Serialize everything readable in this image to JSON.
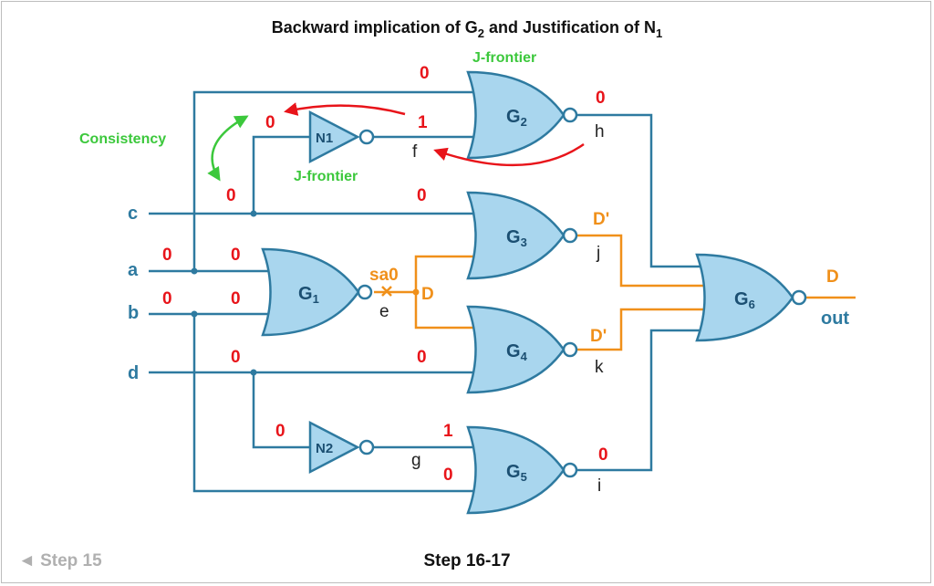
{
  "title": {
    "main": "Backward implication of G",
    "sub1": "2",
    "mid": " and Justification of N",
    "sub2": "1"
  },
  "nav": {
    "prev": "◄ Step 15",
    "current": "Step 16-17"
  },
  "inputs": {
    "c": "c",
    "a": "a",
    "b": "b",
    "d": "d"
  },
  "output": {
    "label": "out",
    "value": "D"
  },
  "gates": {
    "G1": {
      "name": "G",
      "sub": "1"
    },
    "G2": {
      "name": "G",
      "sub": "2"
    },
    "G3": {
      "name": "G",
      "sub": "3"
    },
    "G4": {
      "name": "G",
      "sub": "4"
    },
    "G5": {
      "name": "G",
      "sub": "5"
    },
    "G6": {
      "name": "G",
      "sub": "6"
    },
    "N1": "N1",
    "N2": "N2"
  },
  "nets": {
    "e": "e",
    "f": "f",
    "g": "g",
    "h": "h",
    "i": "i",
    "j": "j",
    "k": "k"
  },
  "values": {
    "g2_top_in": "0",
    "g2_f_in": "1",
    "n1_in": "0",
    "g2_out": "0",
    "c_branch": "0",
    "g3_c_in": "0",
    "a_in": "0",
    "g1_a_in": "0",
    "b_in": "0",
    "g1_b_in": "0",
    "d_in": "0",
    "g4_d_in": "0",
    "n2_in": "0",
    "g5_g_in": "1",
    "g5_bottom_in": "0",
    "g5_out": "0",
    "g3_out": "D'",
    "g4_out": "D'",
    "e_value": "D",
    "fault": "sa0"
  },
  "annotations": {
    "jfrontier_g2": "J-frontier",
    "jfrontier_n1": "J-frontier",
    "consistency": "Consistency"
  },
  "colors": {
    "wire": "#2e7aa0",
    "gate_fill": "#a9d6ee",
    "value": "#e8141a",
    "fault_path": "#f0901a",
    "annotation": "#3cc83c"
  }
}
